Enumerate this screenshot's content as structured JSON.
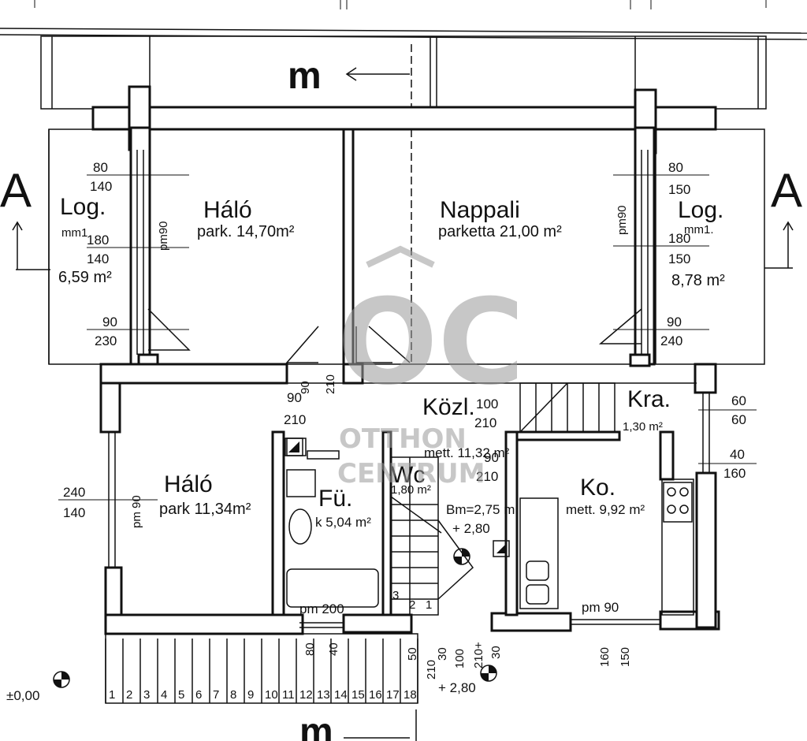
{
  "rooms": {
    "halo_top": {
      "name": "Háló",
      "area": "park. 14,70m²"
    },
    "nappali": {
      "name": "Nappali",
      "area": "parketta 21,00 m²"
    },
    "log_left": {
      "name": "Log.",
      "sub": "mm1",
      "area": "6,59 m²"
    },
    "log_right": {
      "name": "Log.",
      "sub": "mm1.",
      "area": "8,78 m²"
    },
    "halo_bottom": {
      "name": "Háló",
      "area": "park 11,34m²"
    },
    "furdo": {
      "name": "Fü.",
      "area": "k 5,04 m²"
    },
    "wc": {
      "name": "Wc",
      "area": "1,80 m²"
    },
    "kozl": {
      "name": "Közl.",
      "area": "mett. 11,32 m²"
    },
    "konyha": {
      "name": "Ko.",
      "area": "mett. 9,92 m²"
    },
    "kamra": {
      "name": "Kra.",
      "area": "1,30 m²"
    }
  },
  "dimensions": {
    "log_left_top": [
      "80",
      "140"
    ],
    "log_left_mid": [
      "180",
      "140"
    ],
    "log_left_door": [
      "90",
      "230"
    ],
    "log_right_top": [
      "80",
      "150"
    ],
    "log_right_mid": [
      "180",
      "150"
    ],
    "log_right_door": [
      "90",
      "240"
    ],
    "corr_door_a": [
      "90",
      "210"
    ],
    "corr_door_b": [
      "90",
      "210"
    ],
    "kozl_door": [
      "100",
      "210"
    ],
    "ko_door": [
      "90",
      "210"
    ],
    "right_60": [
      "60",
      "60"
    ],
    "right_40": [
      "40",
      "160"
    ],
    "left_window": [
      "240",
      "140"
    ],
    "pm90_left": "pm90",
    "pm90_right": "pm90",
    "pm90_bottom_left": "pm 90",
    "pm90_kitchen": "pm 90",
    "pm200": "pm 200",
    "bm": "Bm=2,75 m",
    "level_stair": "+ 2,80",
    "level_entry": "+ 2,80",
    "level_zero": "±0,00",
    "stair_bottom": [
      "80",
      "40"
    ],
    "entry_dims": [
      "210",
      "30",
      "100",
      "210+",
      "30"
    ],
    "entry_50": "50",
    "kitchen_window": [
      "160",
      "150"
    ]
  },
  "stairs": {
    "lower_numbers": [
      "1",
      "2",
      "3",
      "4",
      "5",
      "6",
      "7",
      "8",
      "9",
      "10",
      "11",
      "12",
      "13",
      "14",
      "15",
      "16",
      "17",
      "18"
    ],
    "inner_numbers": [
      "1",
      "2",
      "3"
    ]
  },
  "section_marks": {
    "left": "A",
    "right": "A"
  },
  "north_symbol": "m",
  "watermark": {
    "logo": "OC",
    "line1": "OTTHON",
    "line2": "CENTRUM"
  }
}
